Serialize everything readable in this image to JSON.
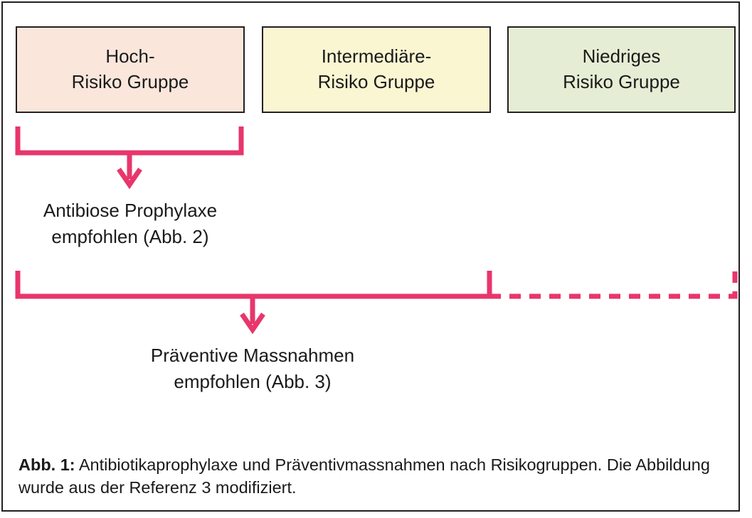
{
  "figure": {
    "accent_color": "#e8366c",
    "border_color": "#231f20",
    "text_color": "#1a1a1a",
    "boxes": [
      {
        "name": "high-risk",
        "line1": "Hoch-",
        "line2": "Risiko Gruppe",
        "fill": "#fbe6dc"
      },
      {
        "name": "intermediate-risk",
        "line1": "Intermediäre-",
        "line2": "Risiko Gruppe",
        "fill": "#fbf6d2"
      },
      {
        "name": "low-risk",
        "line1": "Niedriges",
        "line2": "Risiko Gruppe",
        "fill": "#e5edd4"
      }
    ],
    "labels": {
      "antibiotic": {
        "line1": "Antibiose Prophylaxe",
        "line2": "empfohlen (Abb. 2)"
      },
      "preventive": {
        "line1": "Präventive Massnahmen",
        "line2": "empfohlen (Abb. 3)"
      }
    },
    "caption": {
      "label": "Abb. 1:",
      "text": " Antibiotikaprophylaxe und Präventivmassnahmen nach Risikogruppen. Die Abbildung wurde aus der Referenz 3 modifiziert."
    }
  }
}
